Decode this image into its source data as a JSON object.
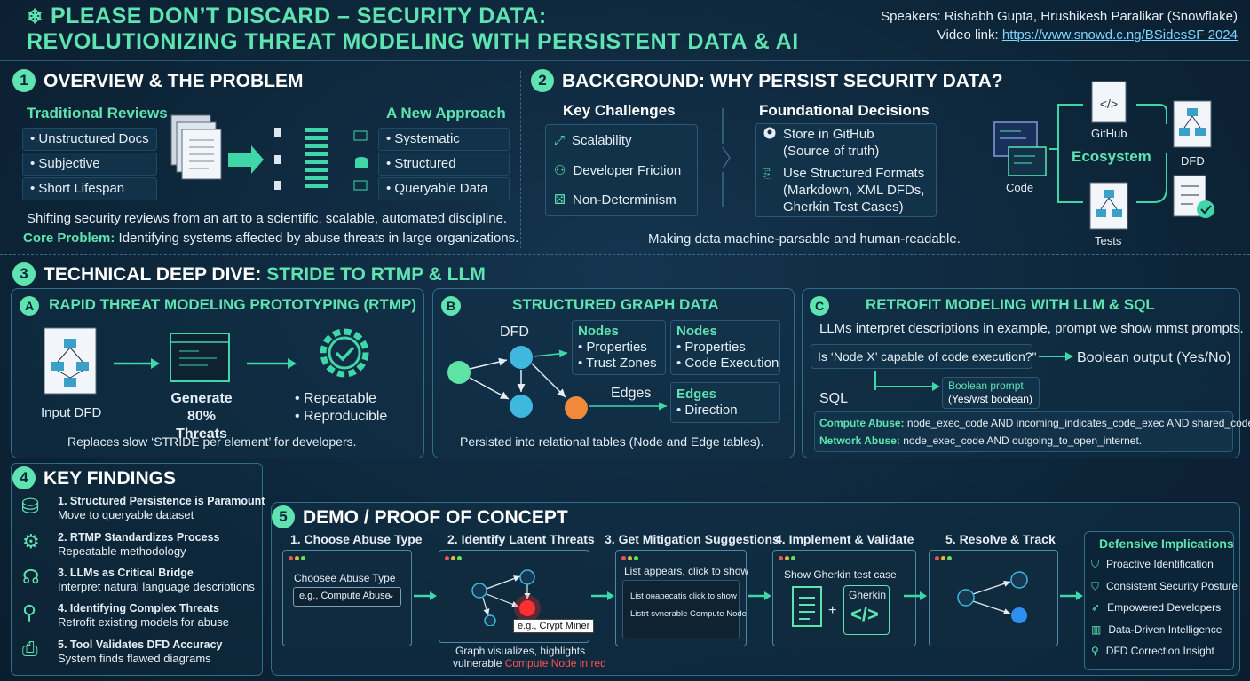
{
  "header": {
    "title_line1": "PLEASE DON’T DISCARD – SECURITY DATA:",
    "title_line2": "REVOLUTIONIZING THREAT MODELING WITH PERSISTENT DATA & AI",
    "speakers": "Speakers: Rishabh Gupta, Hrushikesh Paralikar (Snowflake)",
    "video_label": "Video link: ",
    "video_link": "https://www.snowd.c.ng/BSidesSF 2024"
  },
  "sec1": {
    "num": "1",
    "title": "OVERVIEW & THE PROBLEM",
    "left_head": "Traditional Reviews",
    "left_items": [
      "• Unstructured Docs",
      "• Subjective",
      "• Short Lifespan"
    ],
    "right_head": "A New Approach",
    "right_items": [
      "• Systematic",
      "• Structured",
      "• Queryable Data"
    ],
    "line1": "Shifting security reviews from an art to a scientific, scalable, automated discipline.",
    "core_label": "Core Problem:",
    "core_text": " Identifying systems affected by abuse threats in large organizations."
  },
  "sec2": {
    "num": "2",
    "title": "BACKGROUND: WHY PERSIST SECURITY DATA?",
    "challenges_head": "Key Challenges",
    "challenges": [
      "Scalability",
      "Developer Friction",
      "Non-Determinism"
    ],
    "decisions_head": "Foundational Decisions",
    "decision1_l1": "Store in GitHub",
    "decision1_l2": "(Source of truth)",
    "decision2_l1": "Use Structured Formats",
    "decision2_l2": "(Markdown, XML DFDs,",
    "decision2_l3": "Gherkin Test Cases)",
    "eco_code": "Code",
    "eco_github": "GitHub",
    "eco_center": "Ecosystem",
    "eco_dfd": "DFD",
    "eco_tests": "Tests",
    "footer": "Making data machine-parsable and human-readable."
  },
  "sec3": {
    "num": "3",
    "title_a": "TECHNICAL DEEP DIVE: ",
    "title_b": "STRIDE TO RTMP & LLM",
    "a": {
      "badge": "A",
      "title": "RAPID THREAT MODELING PROTOTYPING (RTMP)",
      "input": "Input DFD",
      "gen1": "Generate",
      "gen2": "80% Threats",
      "bullet1": "• Repeatable",
      "bullet2": "• Reproducible",
      "footer": "Replaces slow ‘STRIDE per element’ for developers."
    },
    "b": {
      "badge": "B",
      "title": "STRUCTURED GRAPH DATA",
      "dfd": "DFD",
      "nodes1_head": "Nodes",
      "nodes1_i1": "• Properties",
      "nodes1_i2": "• Trust Zones",
      "nodes2_head": "Nodes",
      "nodes2_i1": "• Properties",
      "nodes2_i2": "• Code Execution",
      "edges_label": "Edges",
      "edges_head": "Edges",
      "edges_i1": "• Direction",
      "footer": "Persisted into relational tables (Node and Edge tables)."
    },
    "c": {
      "badge": "C",
      "title": "RETROFIT MODELING WITH LLM & SQL",
      "intro": "LLMs interpret descriptions in example, prompt we show mmst prompts.",
      "question": "Is ‘Node X’ capable of code execution?\"",
      "bool_out": "Boolean output (Yes/No)",
      "sql": "SQL",
      "bp1": "Boolean prompt",
      "bp2": "(Yes/wst boolean)",
      "compute_label": "Compute Abuse:",
      "compute_q": " node_exec_code AND incoming_indicates_code_exec AND shared_code.",
      "network_label": "Network Abuse:",
      "network_q": " node_exec_code AND outgoing_to_open_internet."
    }
  },
  "sec4": {
    "num": "4",
    "title": "KEY FINDINGS",
    "items": [
      {
        "h": "1. Structured Persistence is Paramount",
        "s": "Move to queryable dataset"
      },
      {
        "h": "2. RTMP Standardizes Process",
        "s": "Repeatable methodology"
      },
      {
        "h": "3. LLMs as Critical Bridge",
        "s": "Interpret natural language descriptions"
      },
      {
        "h": "4. Identifying Complex Threats",
        "s": "Retrofit existing models for abuse"
      },
      {
        "h": "5. Tool Validates DFD Accuracy",
        "s": "System finds flawed diagrams"
      }
    ]
  },
  "sec5": {
    "num": "5",
    "title": "DEMO / PROOF OF CONCEPT",
    "steps": [
      "1. Choose Abuse Type",
      "2. Identify Latent Threats",
      "3. Get Mitigation Suggestions",
      "4. Implement & Validate",
      "5. Resolve & Track"
    ],
    "s1_label": "Chooseе Abuse Type",
    "s1_select": "e.g., Compute Abuse",
    "s1_caret": "⌄",
    "s2_tag": "e.g., Crypt Miner",
    "s2_cap1": "Graph visualizes, highlights",
    "s2_cap2a": "vulnerable ",
    "s2_cap2b": "Compute Node in red",
    "s3_head": "List appears, click to show",
    "s3_i1": "List oнapecatis click to show",
    "s3_i2": "Listrt svnerable Compute Node",
    "s4_head": "Show Gherkin test case",
    "s4_plus": "+",
    "s4_gherkin": "Gherkin",
    "def_head": "Defensive Implications",
    "def_items": [
      "Proactive Identification",
      "Consistent Security Posture",
      "Empowered Developers",
      "Data-Driven Intelligence",
      "DFD Correction Insight"
    ]
  }
}
